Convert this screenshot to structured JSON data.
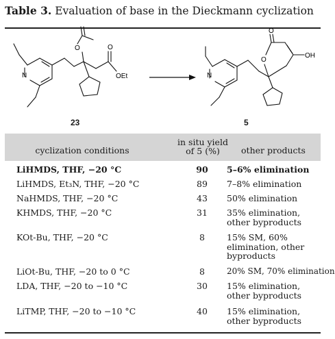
{
  "table": {
    "title_label": "Table 3.",
    "title_text": " Evaluation of base in the Dieckmann cyclization"
  },
  "scheme": {
    "compound_left": "23",
    "compound_right": "5",
    "atom_labels": {
      "n": "N",
      "oet": "OEt",
      "o": "O",
      "oh": "OH"
    }
  },
  "header": {
    "conditions": "cyclization conditions",
    "yield_line1": "in situ yield",
    "yield_line2": "of 5 (%)",
    "other": "other products"
  },
  "rows": [
    {
      "conditions": "LiHMDS, THF, −20 °C",
      "yield": "90",
      "other": "5–6% elimination",
      "bold": true
    },
    {
      "conditions": "LiHMDS, Et₃N, THF, −20 °C",
      "yield": "89",
      "other": "7–8% elimination"
    },
    {
      "conditions": "NaHMDS, THF, −20 °C",
      "yield": "43",
      "other": "50% elimination"
    },
    {
      "conditions": "KHMDS, THF, −20 °C",
      "yield": "31",
      "other": "35% elimination, other byproducts"
    },
    {
      "conditions": "KOt-Bu, THF, −20 °C",
      "yield": "8",
      "other": "15% SM, 60% elimination, other byproducts"
    },
    {
      "conditions": "LiOt-Bu, THF, −20 to 0 °C",
      "yield": "8",
      "other": "20% SM, 70% elimination"
    },
    {
      "conditions": "LDA, THF, −20 to −10 °C",
      "yield": "30",
      "other": "15% elimination, other byproducts"
    },
    {
      "conditions": "LiTMP, THF, −20 to −10 °C",
      "yield": "40",
      "other": "15% elimination, other byproducts"
    }
  ]
}
